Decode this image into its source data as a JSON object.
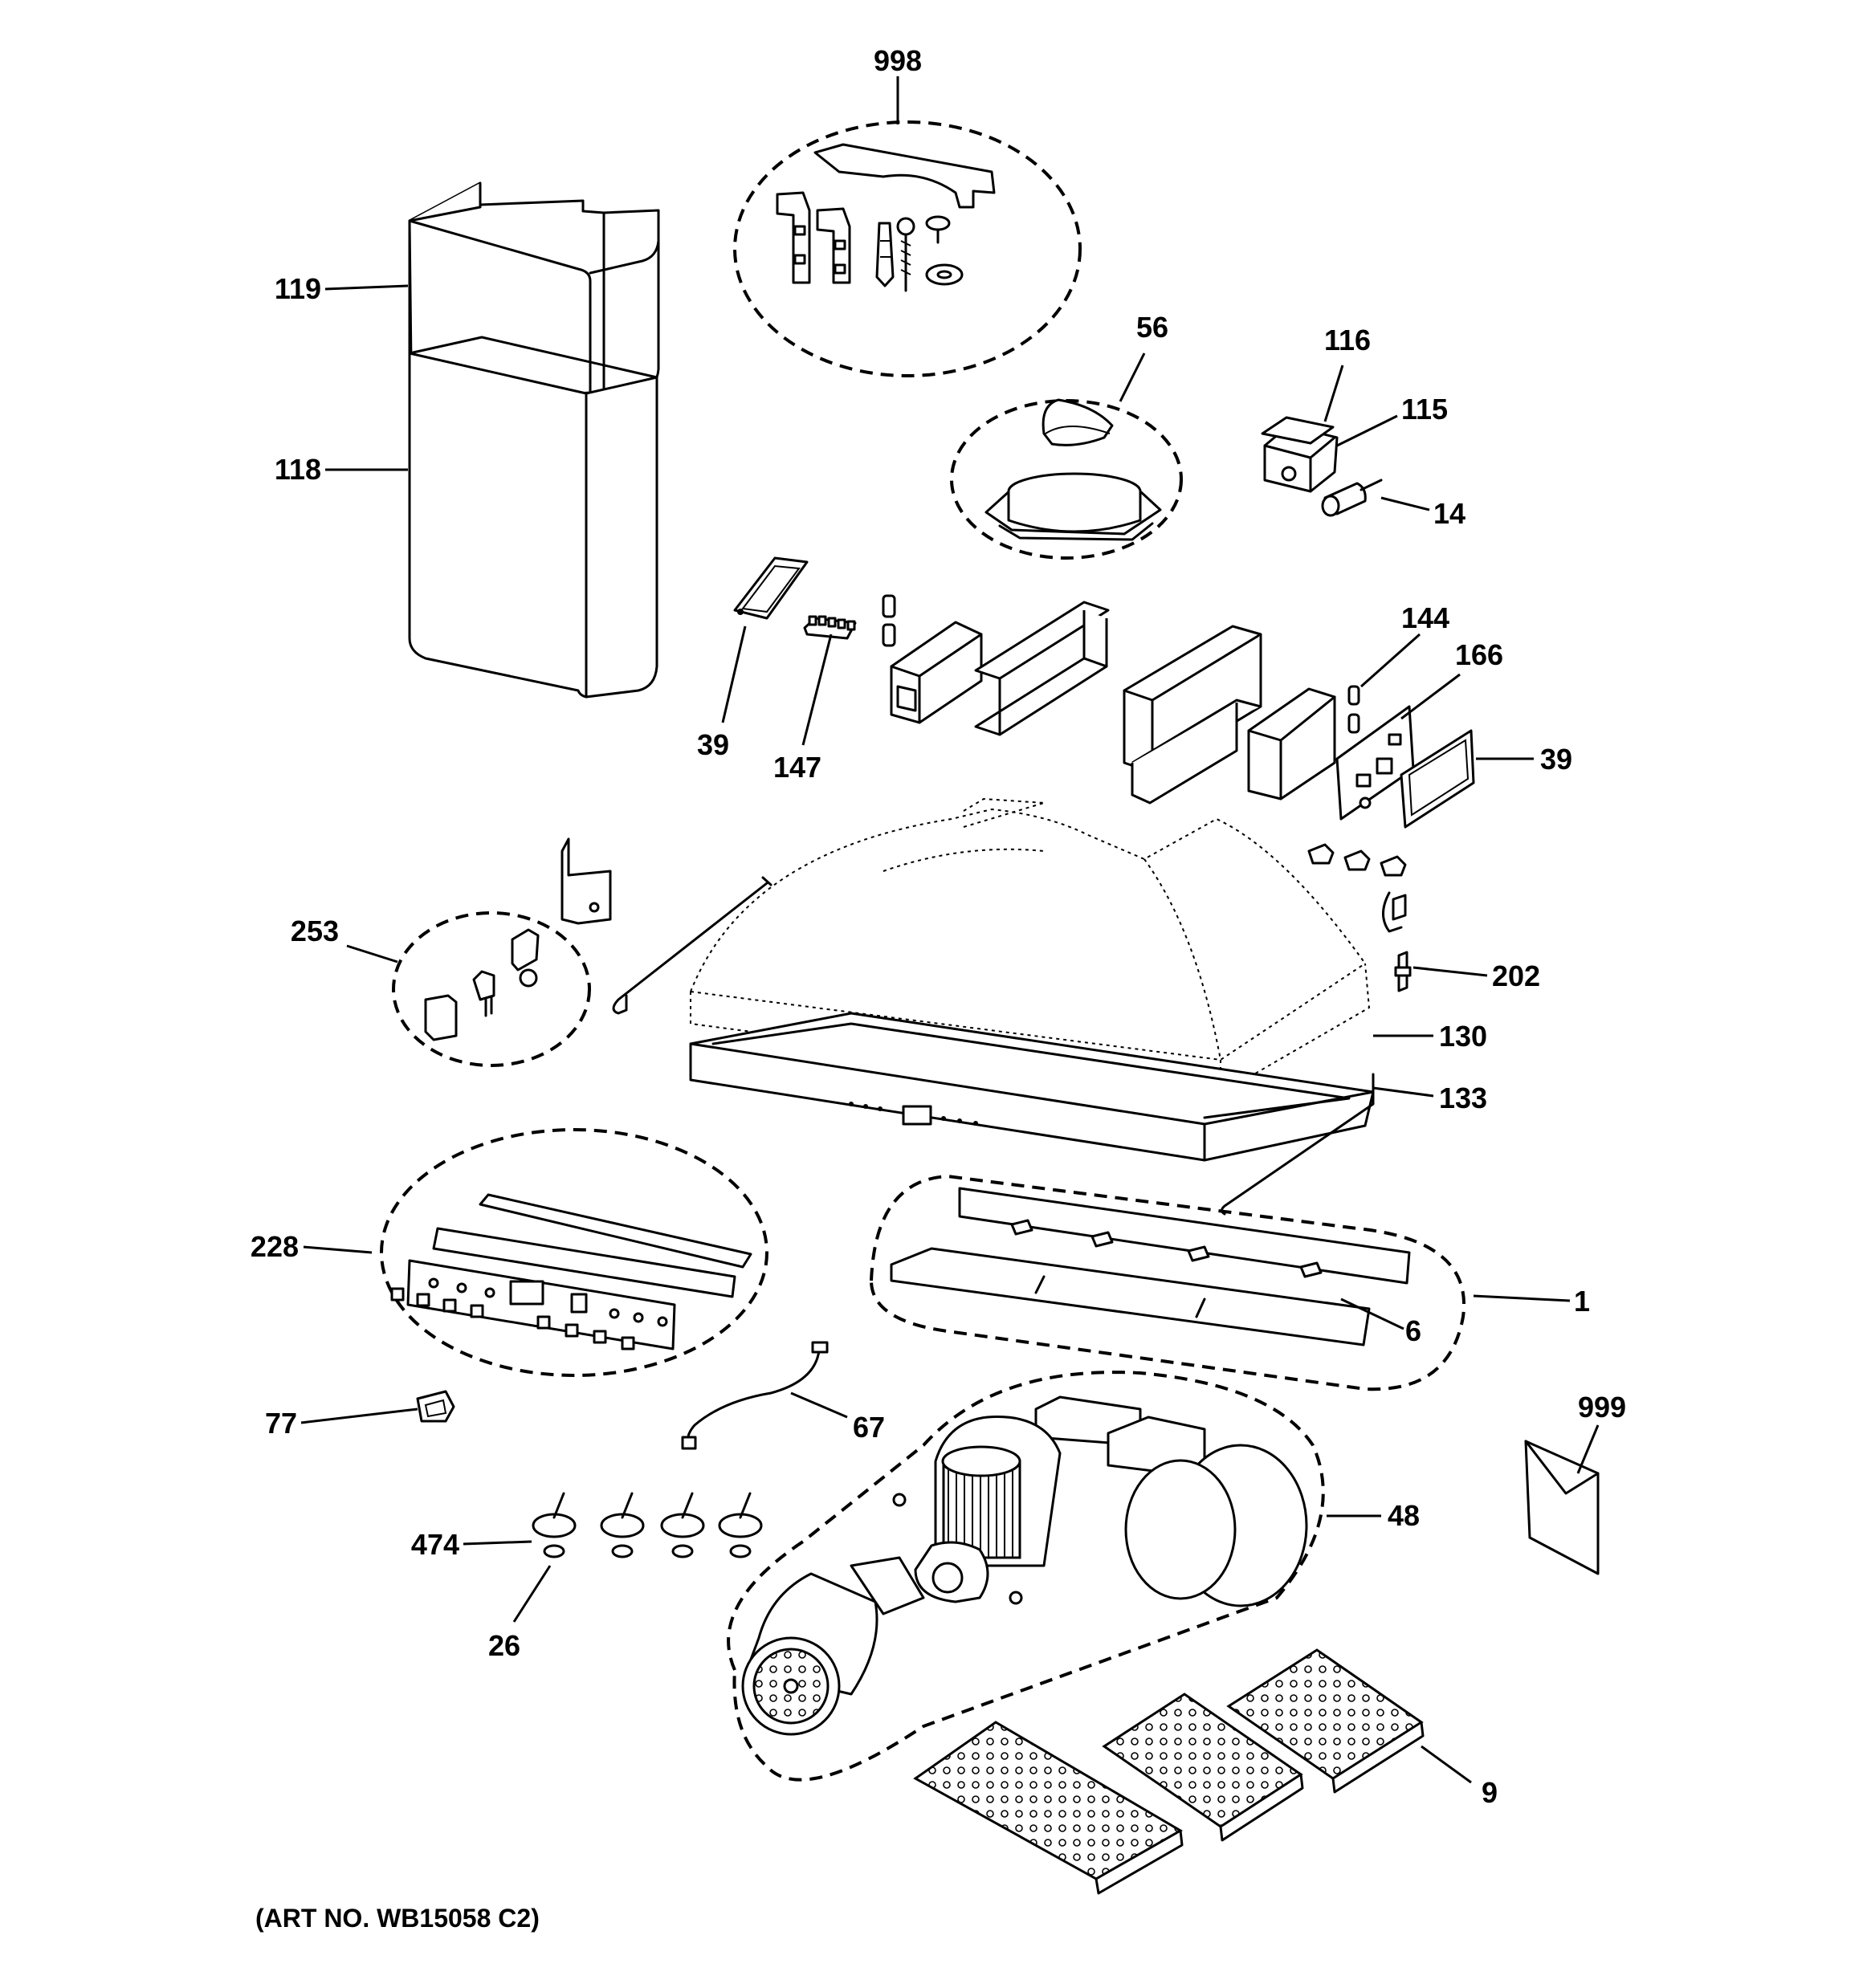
{
  "diagram": {
    "labels": {
      "p998": "998",
      "p119": "119",
      "p118": "118",
      "p56": "56",
      "p116": "116",
      "p115": "115",
      "p14": "14",
      "p144": "144",
      "p166": "166",
      "p39_left": "39",
      "p147": "147",
      "p39_right": "39",
      "p253": "253",
      "p202": "202",
      "p130": "130",
      "p133": "133",
      "p228": "228",
      "p1": "1",
      "p6": "6",
      "p77": "77",
      "p67": "67",
      "p999": "999",
      "p48": "48",
      "p474": "474",
      "p26": "26",
      "p9": "9"
    },
    "art_number": "(ART NO. WB15058 C2)"
  }
}
